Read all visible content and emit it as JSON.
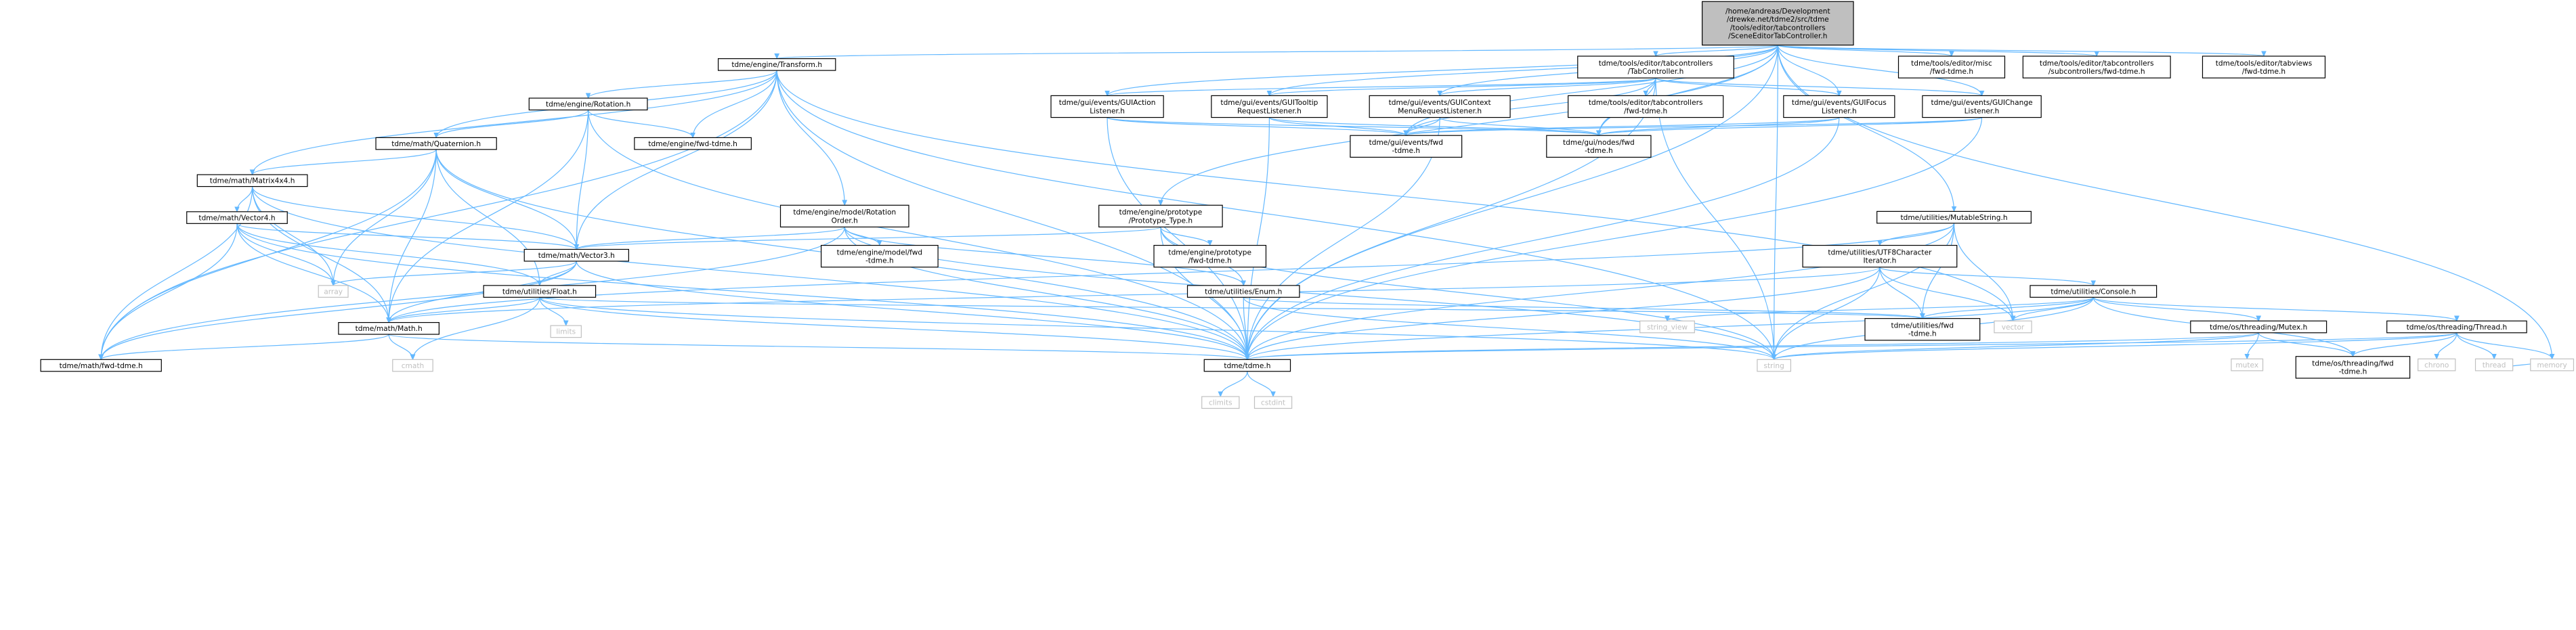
{
  "diagram": {
    "type": "include-dependency-graph",
    "colors": {
      "edge": "#63b8ff",
      "root_fill": "#bfbfbf",
      "node_border": "#000000",
      "system_node": "#c0c0c0",
      "background": "#ffffff"
    },
    "nodes": [
      {
        "id": "root",
        "lines": [
          "/home/andreas/Development",
          "/drewke.net/tdme2/src/tdme",
          "/tools/editor/tabcontrollers",
          "/SceneEditorTabController.h"
        ],
        "root": true
      },
      {
        "id": "transform",
        "lines": [
          "tdme/engine/Transform.h"
        ]
      },
      {
        "id": "tabcontroller",
        "lines": [
          "tdme/tools/editor/tabcontrollers",
          "/TabController.h"
        ]
      },
      {
        "id": "misc_fwd",
        "lines": [
          "tdme/tools/editor/misc",
          "/fwd-tdme.h"
        ]
      },
      {
        "id": "subcontrollers_fwd",
        "lines": [
          "tdme/tools/editor/tabcontrollers",
          "/subcontrollers/fwd-tdme.h"
        ]
      },
      {
        "id": "tabviews_fwd",
        "lines": [
          "tdme/tools/editor/tabviews",
          "/fwd-tdme.h"
        ]
      },
      {
        "id": "rotation",
        "lines": [
          "tdme/engine/Rotation.h"
        ]
      },
      {
        "id": "guiaction",
        "lines": [
          "tdme/gui/events/GUIAction",
          "Listener.h"
        ]
      },
      {
        "id": "guitooltip",
        "lines": [
          "tdme/gui/events/GUITooltip",
          "RequestListener.h"
        ]
      },
      {
        "id": "guicontext",
        "lines": [
          "tdme/gui/events/GUIContext",
          "MenuRequestListener.h"
        ]
      },
      {
        "id": "tabcontrollers_fwd",
        "lines": [
          "tdme/tools/editor/tabcontrollers",
          "/fwd-tdme.h"
        ]
      },
      {
        "id": "guifocus",
        "lines": [
          "tdme/gui/events/GUIFocus",
          "Listener.h"
        ]
      },
      {
        "id": "guichange",
        "lines": [
          "tdme/gui/events/GUIChange",
          "Listener.h"
        ]
      },
      {
        "id": "quaternion",
        "lines": [
          "tdme/math/Quaternion.h"
        ]
      },
      {
        "id": "engine_fwd",
        "lines": [
          "tdme/engine/fwd-tdme.h"
        ]
      },
      {
        "id": "events_fwd",
        "lines": [
          "tdme/gui/events/fwd",
          "-tdme.h"
        ]
      },
      {
        "id": "nodes_fwd",
        "lines": [
          "tdme/gui/nodes/fwd",
          "-tdme.h"
        ]
      },
      {
        "id": "matrix4x4",
        "lines": [
          "tdme/math/Matrix4x4.h"
        ]
      },
      {
        "id": "vector4",
        "lines": [
          "tdme/math/Vector4.h"
        ]
      },
      {
        "id": "rotationorder",
        "lines": [
          "tdme/engine/model/Rotation",
          "Order.h"
        ]
      },
      {
        "id": "prototype_type",
        "lines": [
          "tdme/engine/prototype",
          "/Prototype_Type.h"
        ]
      },
      {
        "id": "mutablestring",
        "lines": [
          "tdme/utilities/MutableString.h"
        ]
      },
      {
        "id": "vector3",
        "lines": [
          "tdme/math/Vector3.h"
        ]
      },
      {
        "id": "model_fwd",
        "lines": [
          "tdme/engine/model/fwd",
          "-tdme.h"
        ]
      },
      {
        "id": "prototype_fwd",
        "lines": [
          "tdme/engine/prototype",
          "/fwd-tdme.h"
        ]
      },
      {
        "id": "utf8",
        "lines": [
          "tdme/utilities/UTF8Character",
          "Iterator.h"
        ]
      },
      {
        "id": "array",
        "lines": [
          "array"
        ],
        "system": true
      },
      {
        "id": "float",
        "lines": [
          "tdme/utilities/Float.h"
        ]
      },
      {
        "id": "enum",
        "lines": [
          "tdme/utilities/Enum.h"
        ]
      },
      {
        "id": "console",
        "lines": [
          "tdme/utilities/Console.h"
        ]
      },
      {
        "id": "limits",
        "lines": [
          "limits"
        ],
        "system": true
      },
      {
        "id": "math_h",
        "lines": [
          "tdme/math/Math.h"
        ]
      },
      {
        "id": "string_view",
        "lines": [
          "string_view"
        ],
        "system": true
      },
      {
        "id": "utilities_fwd",
        "lines": [
          "tdme/utilities/fwd",
          "-tdme.h"
        ]
      },
      {
        "id": "vector",
        "lines": [
          "vector"
        ],
        "system": true
      },
      {
        "id": "mutex",
        "lines": [
          "tdme/os/threading/Mutex.h"
        ]
      },
      {
        "id": "thread",
        "lines": [
          "tdme/os/threading/Thread.h"
        ]
      },
      {
        "id": "math_fwd",
        "lines": [
          "tdme/math/fwd-tdme.h"
        ]
      },
      {
        "id": "cmath",
        "lines": [
          "cmath"
        ],
        "system": true
      },
      {
        "id": "tdme_h",
        "lines": [
          "tdme/tdme.h"
        ]
      },
      {
        "id": "string",
        "lines": [
          "string"
        ],
        "system": true
      },
      {
        "id": "mutex_sys",
        "lines": [
          "mutex"
        ],
        "system": true
      },
      {
        "id": "threading_fwd",
        "lines": [
          "tdme/os/threading/fwd",
          "-tdme.h"
        ]
      },
      {
        "id": "chrono",
        "lines": [
          "chrono"
        ],
        "system": true
      },
      {
        "id": "thread_sys",
        "lines": [
          "thread"
        ],
        "system": true
      },
      {
        "id": "memory",
        "lines": [
          "memory"
        ],
        "system": true
      },
      {
        "id": "climits",
        "lines": [
          "climits"
        ],
        "system": true
      },
      {
        "id": "cstdint",
        "lines": [
          "cstdint"
        ],
        "system": true
      }
    ],
    "edges": [
      [
        "root",
        "transform"
      ],
      [
        "root",
        "tabcontroller"
      ],
      [
        "root",
        "misc_fwd"
      ],
      [
        "root",
        "subcontrollers_fwd"
      ],
      [
        "root",
        "tabviews_fwd"
      ],
      [
        "root",
        "guiaction"
      ],
      [
        "root",
        "guitooltip"
      ],
      [
        "root",
        "guicontext"
      ],
      [
        "root",
        "guifocus"
      ],
      [
        "root",
        "guichange"
      ],
      [
        "root",
        "events_fwd"
      ],
      [
        "root",
        "nodes_fwd"
      ],
      [
        "root",
        "prototype_type"
      ],
      [
        "root",
        "mutablestring"
      ],
      [
        "root",
        "tdme_h"
      ],
      [
        "root",
        "string"
      ],
      [
        "root",
        "memory"
      ],
      [
        "transform",
        "rotation"
      ],
      [
        "transform",
        "quaternion"
      ],
      [
        "transform",
        "engine_fwd"
      ],
      [
        "transform",
        "matrix4x4"
      ],
      [
        "transform",
        "rotationorder"
      ],
      [
        "transform",
        "vector3"
      ],
      [
        "transform",
        "math_fwd"
      ],
      [
        "transform",
        "tdme_h"
      ],
      [
        "transform",
        "string"
      ],
      [
        "transform",
        "vector"
      ],
      [
        "rotation",
        "quaternion"
      ],
      [
        "rotation",
        "engine_fwd"
      ],
      [
        "rotation",
        "vector3"
      ],
      [
        "rotation",
        "math_h"
      ],
      [
        "rotation",
        "tdme_h"
      ],
      [
        "quaternion",
        "matrix4x4"
      ],
      [
        "quaternion",
        "vector3"
      ],
      [
        "quaternion",
        "array"
      ],
      [
        "quaternion",
        "float"
      ],
      [
        "quaternion",
        "math_h"
      ],
      [
        "quaternion",
        "math_fwd"
      ],
      [
        "quaternion",
        "tdme_h"
      ],
      [
        "matrix4x4",
        "vector4"
      ],
      [
        "matrix4x4",
        "vector3"
      ],
      [
        "matrix4x4",
        "array"
      ],
      [
        "matrix4x4",
        "math_h"
      ],
      [
        "matrix4x4",
        "math_fwd"
      ],
      [
        "matrix4x4",
        "tdme_h"
      ],
      [
        "vector4",
        "vector3"
      ],
      [
        "vector4",
        "array"
      ],
      [
        "vector4",
        "float"
      ],
      [
        "vector4",
        "math_h"
      ],
      [
        "vector4",
        "math_fwd"
      ],
      [
        "vector4",
        "tdme_h"
      ],
      [
        "vector3",
        "array"
      ],
      [
        "vector3",
        "float"
      ],
      [
        "vector3",
        "math_h"
      ],
      [
        "vector3",
        "math_fwd"
      ],
      [
        "vector3",
        "tdme_h"
      ],
      [
        "float",
        "limits"
      ],
      [
        "float",
        "math_h"
      ],
      [
        "float",
        "cmath"
      ],
      [
        "float",
        "tdme_h"
      ],
      [
        "float",
        "string"
      ],
      [
        "float",
        "utilities_fwd"
      ],
      [
        "math_h",
        "cmath"
      ],
      [
        "math_h",
        "math_fwd"
      ],
      [
        "math_h",
        "tdme_h"
      ],
      [
        "rotationorder",
        "vector3"
      ],
      [
        "rotationorder",
        "model_fwd"
      ],
      [
        "rotationorder",
        "enum"
      ],
      [
        "rotationorder",
        "math_fwd"
      ],
      [
        "rotationorder",
        "tdme_h"
      ],
      [
        "rotationorder",
        "string"
      ],
      [
        "prototype_type",
        "vector3"
      ],
      [
        "prototype_type",
        "prototype_fwd"
      ],
      [
        "prototype_type",
        "enum"
      ],
      [
        "prototype_type",
        "tdme_h"
      ],
      [
        "prototype_type",
        "string"
      ],
      [
        "enum",
        "utilities_fwd"
      ],
      [
        "enum",
        "tdme_h"
      ],
      [
        "enum",
        "string"
      ],
      [
        "tabcontroller",
        "guiaction"
      ],
      [
        "tabcontroller",
        "guitooltip"
      ],
      [
        "tabcontroller",
        "guicontext"
      ],
      [
        "tabcontroller",
        "tabcontrollers_fwd"
      ],
      [
        "tabcontroller",
        "guifocus"
      ],
      [
        "tabcontroller",
        "guichange"
      ],
      [
        "tabcontroller",
        "events_fwd"
      ],
      [
        "tabcontroller",
        "nodes_fwd"
      ],
      [
        "tabcontroller",
        "tdme_h"
      ],
      [
        "tabcontroller",
        "string"
      ],
      [
        "guiaction",
        "events_fwd"
      ],
      [
        "guiaction",
        "nodes_fwd"
      ],
      [
        "guiaction",
        "tdme_h"
      ],
      [
        "guitooltip",
        "events_fwd"
      ],
      [
        "guitooltip",
        "nodes_fwd"
      ],
      [
        "guitooltip",
        "tdme_h"
      ],
      [
        "guicontext",
        "events_fwd"
      ],
      [
        "guicontext",
        "nodes_fwd"
      ],
      [
        "guicontext",
        "tdme_h"
      ],
      [
        "guifocus",
        "events_fwd"
      ],
      [
        "guifocus",
        "nodes_fwd"
      ],
      [
        "guifocus",
        "tdme_h"
      ],
      [
        "guichange",
        "events_fwd"
      ],
      [
        "guichange",
        "nodes_fwd"
      ],
      [
        "guichange",
        "tdme_h"
      ],
      [
        "mutablestring",
        "utf8"
      ],
      [
        "mutablestring",
        "math_h"
      ],
      [
        "mutablestring",
        "utilities_fwd"
      ],
      [
        "mutablestring",
        "vector"
      ],
      [
        "mutablestring",
        "tdme_h"
      ],
      [
        "mutablestring",
        "string"
      ],
      [
        "utf8",
        "console"
      ],
      [
        "utf8",
        "math_h"
      ],
      [
        "utf8",
        "utilities_fwd"
      ],
      [
        "utf8",
        "vector"
      ],
      [
        "utf8",
        "tdme_h"
      ],
      [
        "utf8",
        "string"
      ],
      [
        "console",
        "string_view"
      ],
      [
        "console",
        "utilities_fwd"
      ],
      [
        "console",
        "vector"
      ],
      [
        "console",
        "mutex"
      ],
      [
        "console",
        "thread"
      ],
      [
        "console",
        "threading_fwd"
      ],
      [
        "console",
        "tdme_h"
      ],
      [
        "console",
        "string"
      ],
      [
        "mutex",
        "mutex_sys"
      ],
      [
        "mutex",
        "threading_fwd"
      ],
      [
        "mutex",
        "tdme_h"
      ],
      [
        "mutex",
        "string"
      ],
      [
        "thread",
        "threading_fwd"
      ],
      [
        "thread",
        "chrono"
      ],
      [
        "thread_sys",
        "memory"
      ],
      [
        "thread",
        "thread_sys"
      ],
      [
        "thread",
        "memory"
      ],
      [
        "thread",
        "tdme_h"
      ],
      [
        "thread",
        "string"
      ],
      [
        "tdme_h",
        "climits"
      ],
      [
        "tdme_h",
        "cstdint"
      ]
    ]
  }
}
